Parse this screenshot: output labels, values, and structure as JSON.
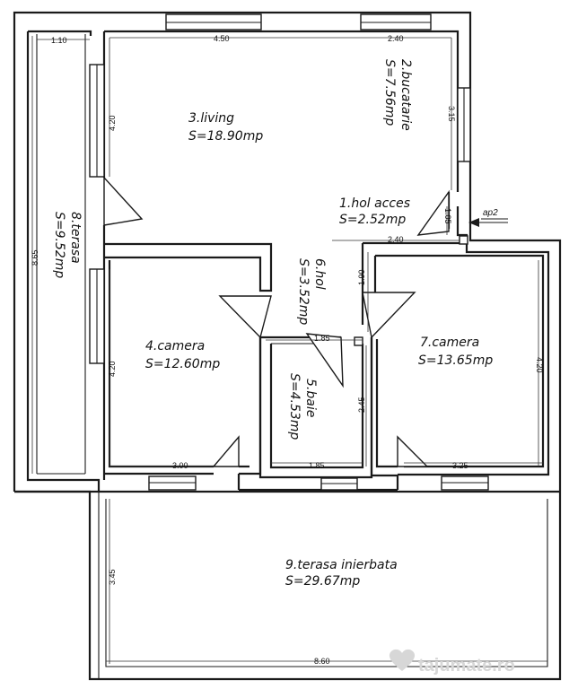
{
  "rooms": {
    "hol_acces": {
      "name": "1.hol acces",
      "area": "S=2.52mp"
    },
    "bucatarie": {
      "name": "2.bucatarie",
      "area": "S=7.56mp"
    },
    "living": {
      "name": "3.living",
      "area": "S=18.90mp"
    },
    "camera4": {
      "name": "4.camera",
      "area": "S=12.60mp"
    },
    "baie": {
      "name": "5.baie",
      "area": "S=4.53mp"
    },
    "hol6": {
      "name": "6.hol",
      "area": "S=3.52mp"
    },
    "camera7": {
      "name": "7.camera",
      "area": "S=13.65mp"
    },
    "terasa8": {
      "name": "8.terasa",
      "area": "S=9.52mp"
    },
    "terasa9": {
      "name": "9.terasa inierbata",
      "area": "S=29.67mp"
    }
  },
  "dimensions": {
    "top_left": "1.10",
    "top_living": "4.50",
    "top_kitchen": "2.40",
    "kitchen_height": "3.15",
    "living_height": "4.20",
    "terrace_height": "8.65",
    "entry_width": "1.05",
    "hall_width": "2.40",
    "hall_height": "1.90",
    "hall_inner": "1.85",
    "camera4_height": "4.20",
    "camera7_height": "4.20",
    "bath_height": "2.45",
    "camera4_width": "3.00",
    "bath_width": "1.85",
    "camera7_width": "3.25",
    "terrace9_height": "3.45",
    "terrace9_width": "8.60"
  },
  "entry_marker": "ap2",
  "watermark": "tajumate.ro"
}
